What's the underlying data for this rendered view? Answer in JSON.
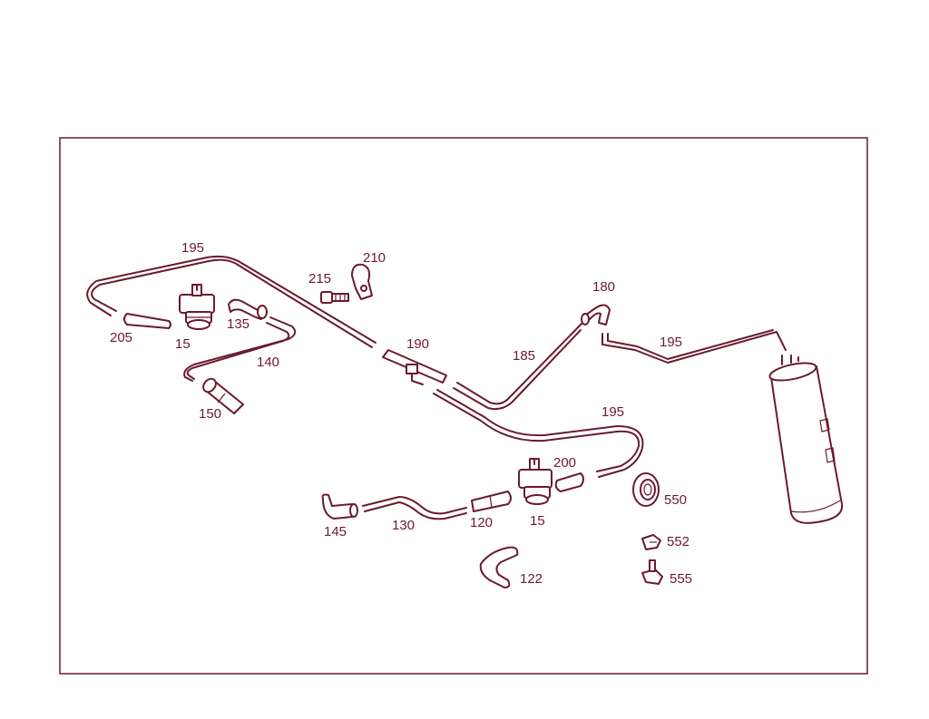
{
  "parts": {
    "p195_top": "195",
    "p210": "210",
    "p215": "215",
    "p180": "180",
    "p205": "205",
    "p15_left": "15",
    "p135": "135",
    "p190": "190",
    "p185": "185",
    "p195_right": "195",
    "p140": "140",
    "p150": "150",
    "p195_mid": "195",
    "p200": "200",
    "p550": "550",
    "p145": "145",
    "p130": "130",
    "p120": "120",
    "p15_right": "15",
    "p552": "552",
    "p122": "122",
    "p555": "555"
  }
}
